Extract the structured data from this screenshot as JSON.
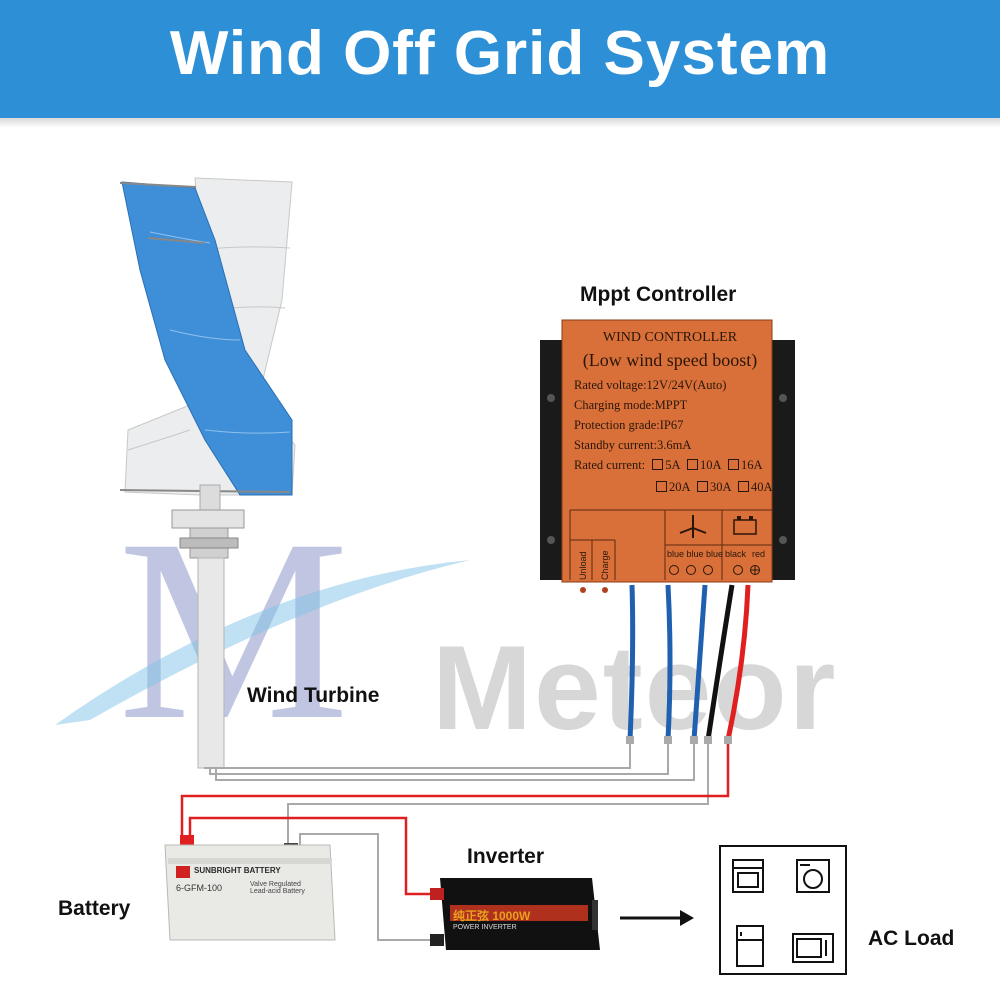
{
  "header": {
    "title": "Wind Off Grid System"
  },
  "watermark": {
    "letter": "M",
    "brand": "Meteor"
  },
  "labels": {
    "controller": "Mppt Controller",
    "turbine": "Wind Turbine",
    "battery": "Battery",
    "inverter": "Inverter",
    "ac_load": "AC Load"
  },
  "controller_panel": {
    "title": "WIND CONTROLLER",
    "subtitle": "(Low wind speed boost)",
    "lines": [
      "Rated voltage:12V/24V(Auto)",
      "Charging mode:MPPT",
      "Protection grade:IP67",
      "Standby current:3.6mA"
    ],
    "rated_current_label": "Rated current:",
    "currents_row1": [
      "5A",
      "10A",
      "16A"
    ],
    "currents_row2": [
      "20A",
      "30A",
      "40A"
    ],
    "terminals": {
      "unload": "Unload",
      "charge": "Charge",
      "blue": "blue blue blue",
      "black": "black",
      "red": "red"
    }
  },
  "battery_label": {
    "brand": "SUNBRIGHT BATTERY",
    "model": "6-GFM-100",
    "note": "Valve Regulated Lead-acid Battery"
  },
  "inverter_label": {
    "main": "纯正弦 1000W",
    "sub": "POWER INVERTER"
  },
  "colors": {
    "banner": "#2d8fd6",
    "blade_blue": "#3f8fd8",
    "controller_orange": "#d9703a",
    "wire_blue": "#2060b0",
    "wire_red": "#e02020",
    "wire_black": "#111111",
    "wire_gray": "#a9a9a9"
  },
  "icons": [
    "wind-turbine-icon",
    "battery-icon",
    "oven-icon",
    "washing-machine-icon",
    "fridge-icon",
    "microwave-icon",
    "arrow-right-icon"
  ]
}
